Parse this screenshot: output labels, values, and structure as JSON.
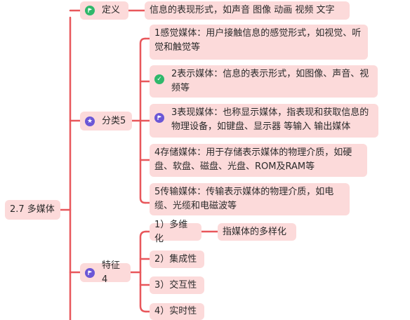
{
  "colors": {
    "line": "#e8575b",
    "node_bg": "#fcdada",
    "icon_green": "#2fb86b",
    "icon_purple": "#6b57d6"
  },
  "root": {
    "label": "2.7 多媒体"
  },
  "definition": {
    "label": "定义",
    "icon": "flag-icon",
    "text": "信息的表现形式，如声音 图像 动画 视频 文字"
  },
  "classification": {
    "label": "分类5",
    "icon": "star-icon",
    "items": [
      {
        "text": "1感觉媒体：用户接触信息的感觉形式，如视觉、听觉和触觉等",
        "icon": ""
      },
      {
        "text": "2表示媒体：信息的表示形式，如图像、声音、视频等",
        "icon": "check-icon"
      },
      {
        "text": "3表现媒体：也称显示媒体，指表现和获取信息的物理设备，如键盘、显示器 等输入 输出媒体",
        "icon": "flag-icon"
      },
      {
        "text": "4存储媒体：用于存储表示媒体的物理介质，如硬盘、软盘、磁盘、光盘、ROM及RAM等",
        "icon": ""
      },
      {
        "text": "5传输媒体：传输表示媒体的物理介质，如电缆、光缆和电磁波等",
        "icon": ""
      }
    ]
  },
  "features": {
    "label": "特征4",
    "icon": "flag-icon",
    "items": [
      {
        "label": "1）多维化",
        "detail": "指媒体的多样化"
      },
      {
        "label": "2）集成性"
      },
      {
        "label": "3）交互性"
      },
      {
        "label": "4）实时性"
      }
    ]
  }
}
